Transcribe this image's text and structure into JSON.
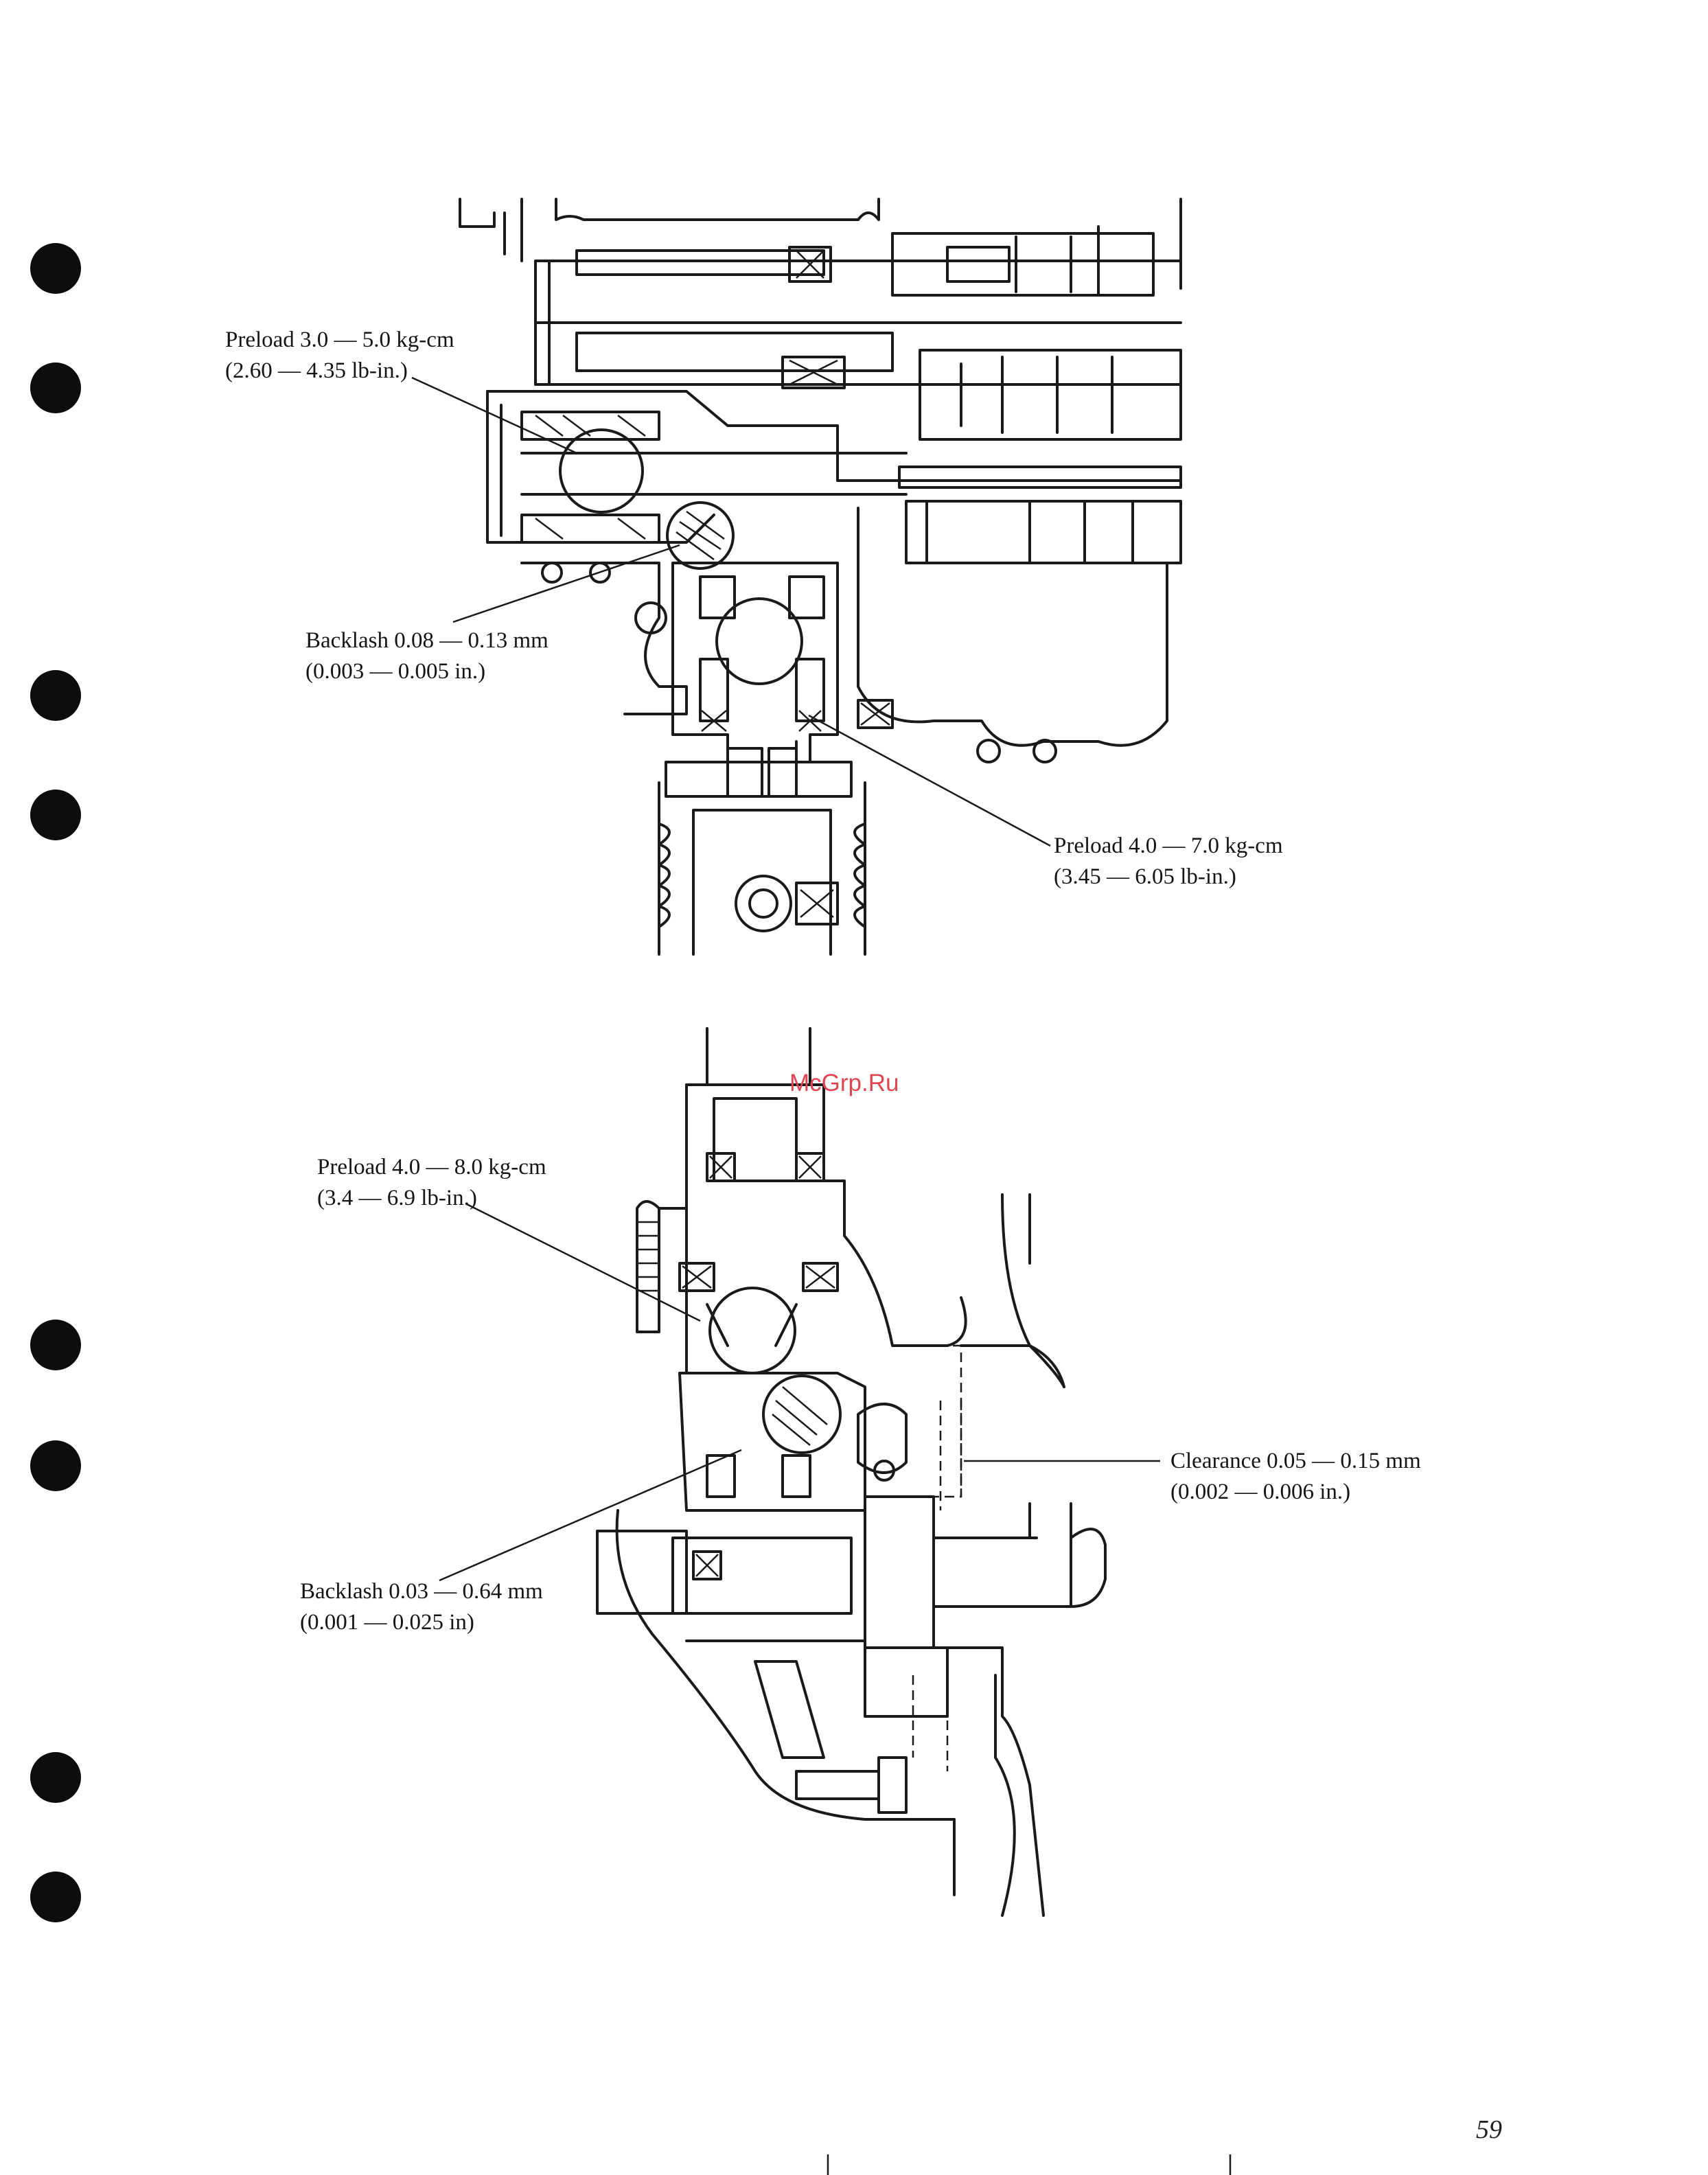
{
  "page": {
    "number": "59",
    "watermark": "McGrp.Ru"
  },
  "figures": {
    "upper": {
      "callouts": [
        {
          "line1": "Preload 3.0 — 5.0 kg-cm",
          "line2": "(2.60 — 4.35 lb-in.)"
        },
        {
          "line1": "Backlash 0.08 — 0.13 mm",
          "line2": "(0.003 — 0.005 in.)"
        },
        {
          "line1": "Preload 4.0 — 7.0 kg-cm",
          "line2": "(3.45 — 6.05 lb-in.)"
        }
      ]
    },
    "lower": {
      "callouts": [
        {
          "line1": "Preload 4.0 — 8.0 kg-cm",
          "line2": "(3.4 — 6.9 lb-in.)"
        },
        {
          "line1": "Clearance 0.05 — 0.15 mm",
          "line2": "(0.002 — 0.006 in.)"
        },
        {
          "line1": "Backlash 0.03 — 0.64 mm",
          "line2": "(0.001 — 0.025 in)"
        }
      ]
    }
  }
}
